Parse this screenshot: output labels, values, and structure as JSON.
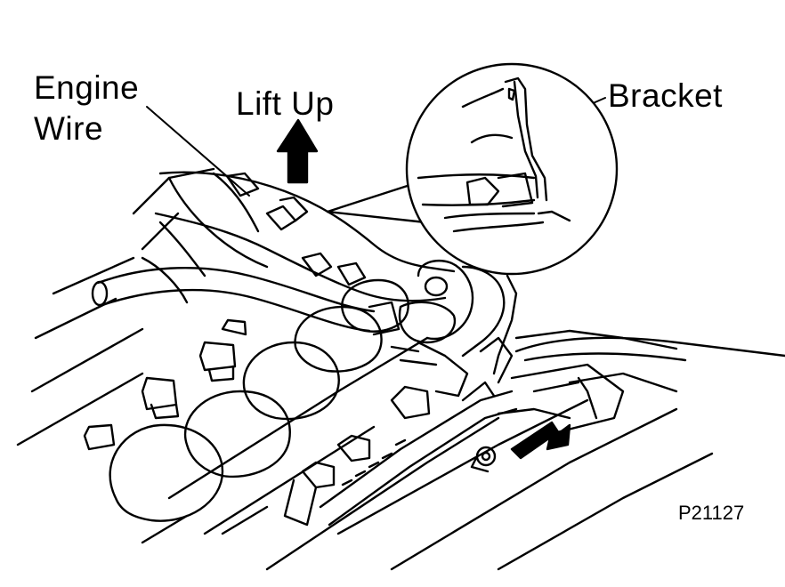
{
  "labels": {
    "engine_wire_line1": "Engine",
    "engine_wire_line2": "Wire",
    "lift_up": "Lift Up",
    "bracket": "Bracket",
    "figure_code": "P21127"
  },
  "colors": {
    "line": "#000000",
    "background": "#ffffff"
  }
}
